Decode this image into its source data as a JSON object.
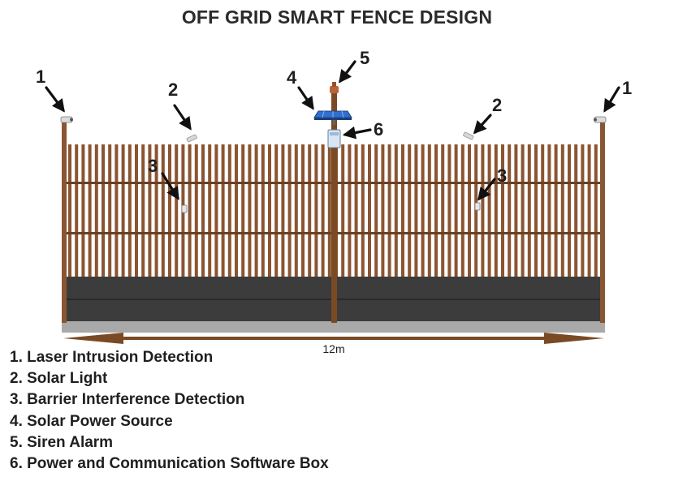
{
  "title": "OFF GRID SMART FENCE DESIGN",
  "dimension_label": "12m",
  "callout_numbers": {
    "laser_left": "1",
    "laser_right": "1",
    "light_left": "2",
    "light_right": "2",
    "barrier_left": "3",
    "barrier_right": "3",
    "solar_panel": "4",
    "siren": "5",
    "box": "6"
  },
  "legend": [
    "1. Laser Intrusion Detection",
    "2. Solar Light",
    "3. Barrier Interference Detection",
    "4. Solar Power Source",
    "5. Siren Alarm",
    "6. Power and Communication Software Box"
  ],
  "colors": {
    "wood": "#8a5532",
    "wood_dark": "#6b3f22",
    "plinth": "#3c3c3c",
    "base": "#a9a9a9",
    "arrow": "#7a4a24",
    "panel": "#3f7ad8",
    "text": "#1f1f1f"
  }
}
